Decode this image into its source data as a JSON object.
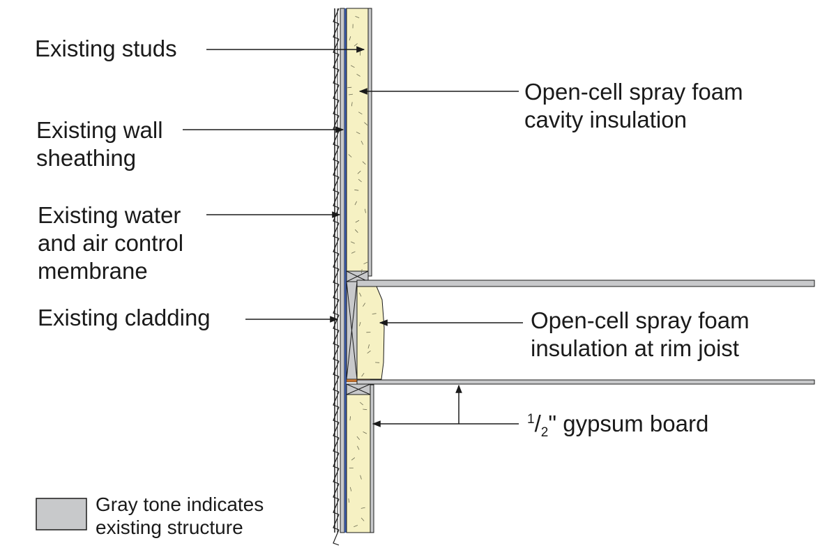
{
  "labels": {
    "existing_studs": "Existing studs",
    "existing_wall_sheathing": "Existing wall sheathing",
    "existing_membrane": "Existing water and air control membrane",
    "existing_cladding": "Existing cladding",
    "spray_foam_cavity": "Open-cell spray foam cavity insulation",
    "spray_foam_rim": "Open-cell spray foam insulation at rim joist",
    "gypsum_numerator": "1",
    "gypsum_slash": "/",
    "gypsum_denominator": "2",
    "gypsum_text": "\" gypsum board"
  },
  "label_lines": {
    "existing_wall_sheathing": [
      "Existing wall",
      "sheathing"
    ],
    "existing_membrane": [
      "Existing water",
      "and air control",
      "membrane"
    ],
    "spray_foam_cavity": [
      "Open-cell spray foam",
      "cavity insulation"
    ],
    "spray_foam_rim": [
      "Open-cell spray foam",
      "insulation at rim joist"
    ]
  },
  "legend": {
    "line1": "Gray tone indicates",
    "line2": "existing structure"
  },
  "colors": {
    "foam": "#f6f1c3",
    "existing_gray": "#c8c9cb",
    "membrane_blue": "#3a5aa8",
    "rim_orange": "#c8742f",
    "line": "#1a1a1a"
  }
}
